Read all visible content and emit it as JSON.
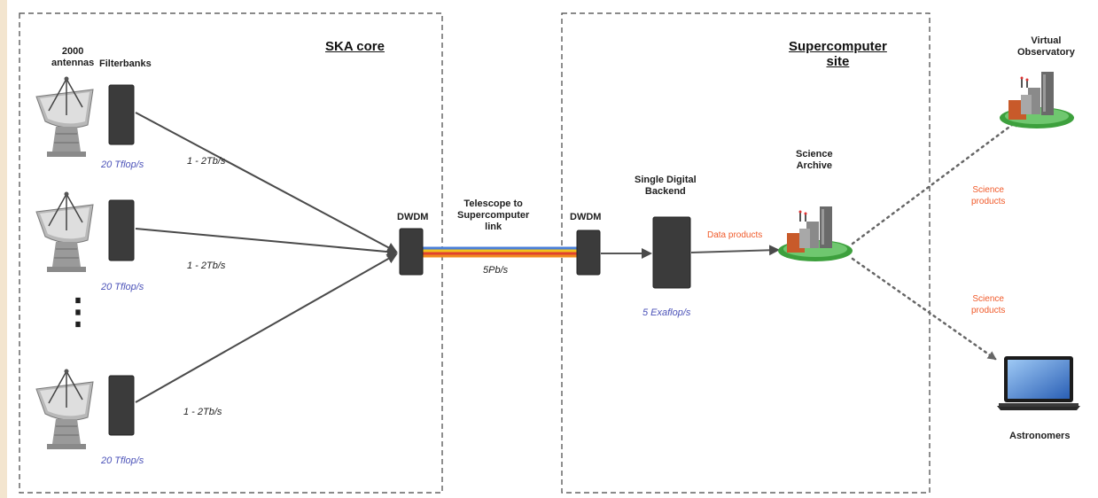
{
  "regions": {
    "ska_core_title": "SKA core",
    "supercomputer_title_line1": "Supercomputer",
    "supercomputer_title_line2": "site"
  },
  "antennas": {
    "header_line1": "2000",
    "header_line2": "antennas",
    "filterbanks_header": "Filterbanks",
    "ellipsis": "⋮"
  },
  "filterbank_rows": [
    {
      "compute": "20 Tflop/s",
      "link_rate": "1 - 2Tb/s"
    },
    {
      "compute": "20 Tflop/s",
      "link_rate": "1 - 2Tb/s"
    },
    {
      "compute": "20 Tflop/s",
      "link_rate": "1 - 2Tb/s"
    }
  ],
  "dwdm": {
    "left": "DWDM",
    "right": "DWDM"
  },
  "link": {
    "line1": "Telescope to",
    "line2": "Supercomputer",
    "line3": "link",
    "rate": "5Pb/s",
    "fiber_colors": [
      "#4a7fd8",
      "#f2c21c",
      "#e0412f",
      "#f08a1e"
    ]
  },
  "backend": {
    "line1": "Single Digital",
    "line2": "Backend",
    "compute": "5 Exaflop/s"
  },
  "data_products": "Data products",
  "archive": {
    "line1": "Science",
    "line2": "Archive"
  },
  "virtual_observatory": {
    "line1": "Virtual",
    "line2": "Observatory"
  },
  "science_products_upper": {
    "line1": "Science",
    "line2": "products"
  },
  "science_products_lower": {
    "line1": "Science",
    "line2": "products"
  },
  "astronomers": "Astronomers",
  "colors": {
    "background": "#f3e5cf",
    "accent_blue": "#4b52b8",
    "accent_orange": "#f05a2a"
  }
}
